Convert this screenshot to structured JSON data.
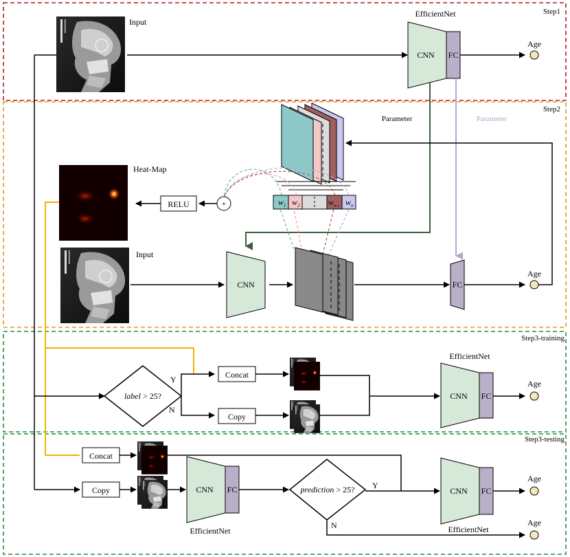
{
  "steps": {
    "step1": "Step1",
    "step2": "Step2",
    "step3_training": "Step3-training",
    "step3_testing": "Step3-testing"
  },
  "step1": {
    "input_label": "Input",
    "model_name": "EfficientNet",
    "cnn": "CNN",
    "fc": "FC",
    "output": "Age"
  },
  "step2": {
    "param_label_1": "Parameter",
    "param_label_2": "Parameter",
    "heatmap_label": "Heat-Map",
    "relu": "RELU",
    "plus": "+",
    "weights": [
      "w",
      "w",
      "w",
      "w"
    ],
    "weight_subs": [
      "1",
      "2",
      "n-1",
      "n"
    ],
    "input_label": "Input",
    "cnn": "CNN",
    "fc": "FC",
    "output": "Age"
  },
  "step3_training": {
    "condition_var": "label",
    "condition_rest": " > 25?",
    "yes": "Y",
    "no": "N",
    "concat": "Concat",
    "copy": "Copy",
    "model_name": "EfficientNet",
    "cnn": "CNN",
    "fc": "FC",
    "output": "Age"
  },
  "step3_testing": {
    "concat": "Concat",
    "copy": "Copy",
    "model_a_name": "EfficientNet",
    "cnn_a": "CNN",
    "fc_a": "FC",
    "condition_var": "prediction",
    "condition_rest": " > 25?",
    "yes": "Y",
    "no": "N",
    "model_b_name": "EfficientNet",
    "cnn_b": "CNN",
    "fc_b": "FC",
    "output_1": "Age",
    "output_2": "Age"
  },
  "colors": {
    "step1_border": "#b01c1c",
    "step2_border": "#e8951f",
    "step3_border": "#1f8f3f",
    "cnn_fill": "#d6e8d8",
    "fc_fill": "#b8b0c8",
    "age_node": "#f3e8b8",
    "param_green": "#3d5c3d",
    "param_lavender": "#b0a8c8",
    "heatmap_link": "#f0b400"
  }
}
